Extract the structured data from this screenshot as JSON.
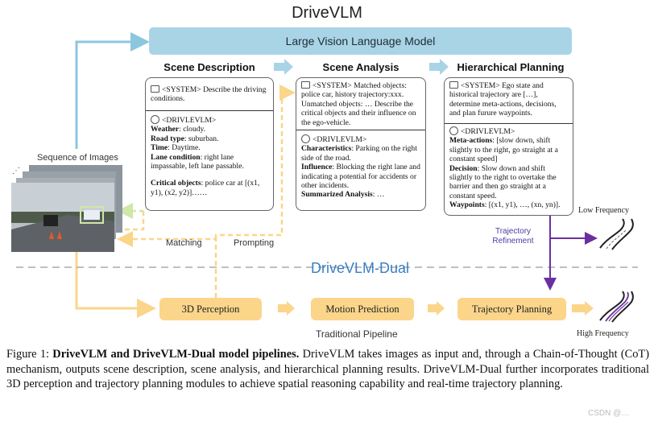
{
  "title": "DriveVLM",
  "lvlm_label": "Large Vision Language Model",
  "headers": {
    "scene_description": "Scene Description",
    "scene_analysis": "Scene Analysis",
    "hierarchical_planning": "Hierarchical Planning"
  },
  "panel1": {
    "system": "<SYSTEM> Describe the driving conditions.",
    "bot": "<DRIVLEVLM>",
    "weather_label": "Weather",
    "weather": ": cloudy.",
    "road_label": "Road type",
    "road": ": suburban.",
    "time_label": "Time",
    "time": ": Daytime.",
    "lane_label": "Lane condition",
    "lane": ": right lane impassable, left lane passable.",
    "critical_label": "Critical objects",
    "critical": ": police car at [(x1, y1), (x2, y2)]……"
  },
  "panel2": {
    "system": "<SYSTEM> Matched objects: police car, history trajectory:xxx. Unmatched objects: … Describe the critical objects and their influence on the ego-vehicle.",
    "bot": "<DRIVLEVLM>",
    "char_label": "Characteristics",
    "char": ": Parking on the right side of the road.",
    "infl_label": "Influence",
    "infl": ": Blocking the right lane and indicating a potential for accidents or other incidents.",
    "summ_label": "Summarized Analysis",
    "summ": ": …"
  },
  "panel3": {
    "system": "<SYSTEM> Ego state and historical trajectory are […], determine meta-actions, decisions, and plan furure waypoints.",
    "bot": "<DRIVLEVLM>",
    "meta_label": "Meta-actions",
    "meta": ": [slow down, shift slightly to the right, go straight at a constant speed]",
    "dec_label": "Decision",
    "dec": ": Slow down and shift slightly to the right to overtake the barrier and then go straight at a constant speed.",
    "way_label": "Waypoints",
    "way": ": [(x1, y1), …, (xn, yn)]."
  },
  "sequence_label": "Sequence of Images",
  "matching": "Matching",
  "prompting": "Prompting",
  "dual_title": "DriveVLM-Dual",
  "trajectory_refinement": "Trajectory Refinement",
  "low_frequency": "Low Frequency",
  "high_frequency": "High Frequency",
  "pipeline": {
    "perception": "3D Perception",
    "motion": "Motion Prediction",
    "planning": "Trajectory Planning",
    "label": "Traditional Pipeline"
  },
  "caption": {
    "prefix": "Figure 1: ",
    "bold": "DriveVLM and DriveVLM-Dual model pipelines.",
    "text": " DriveVLM takes images as input and, through a Chain-of-Thought (CoT) mechanism, outputs scene description, scene analysis, and hierarchical planning results. DriveVLM-Dual further incorporates traditional 3D perception and trajectory planning modules to achieve spatial reasoning capability and real-time trajectory planning."
  },
  "watermark": "CSDN @…",
  "colors": {
    "lvlm": "#a9d4e6",
    "blue_arrow": "#8cc7de",
    "orange": "#fbd58a",
    "purple": "#6b2fa0",
    "dual_title": "#3a7fc4"
  }
}
